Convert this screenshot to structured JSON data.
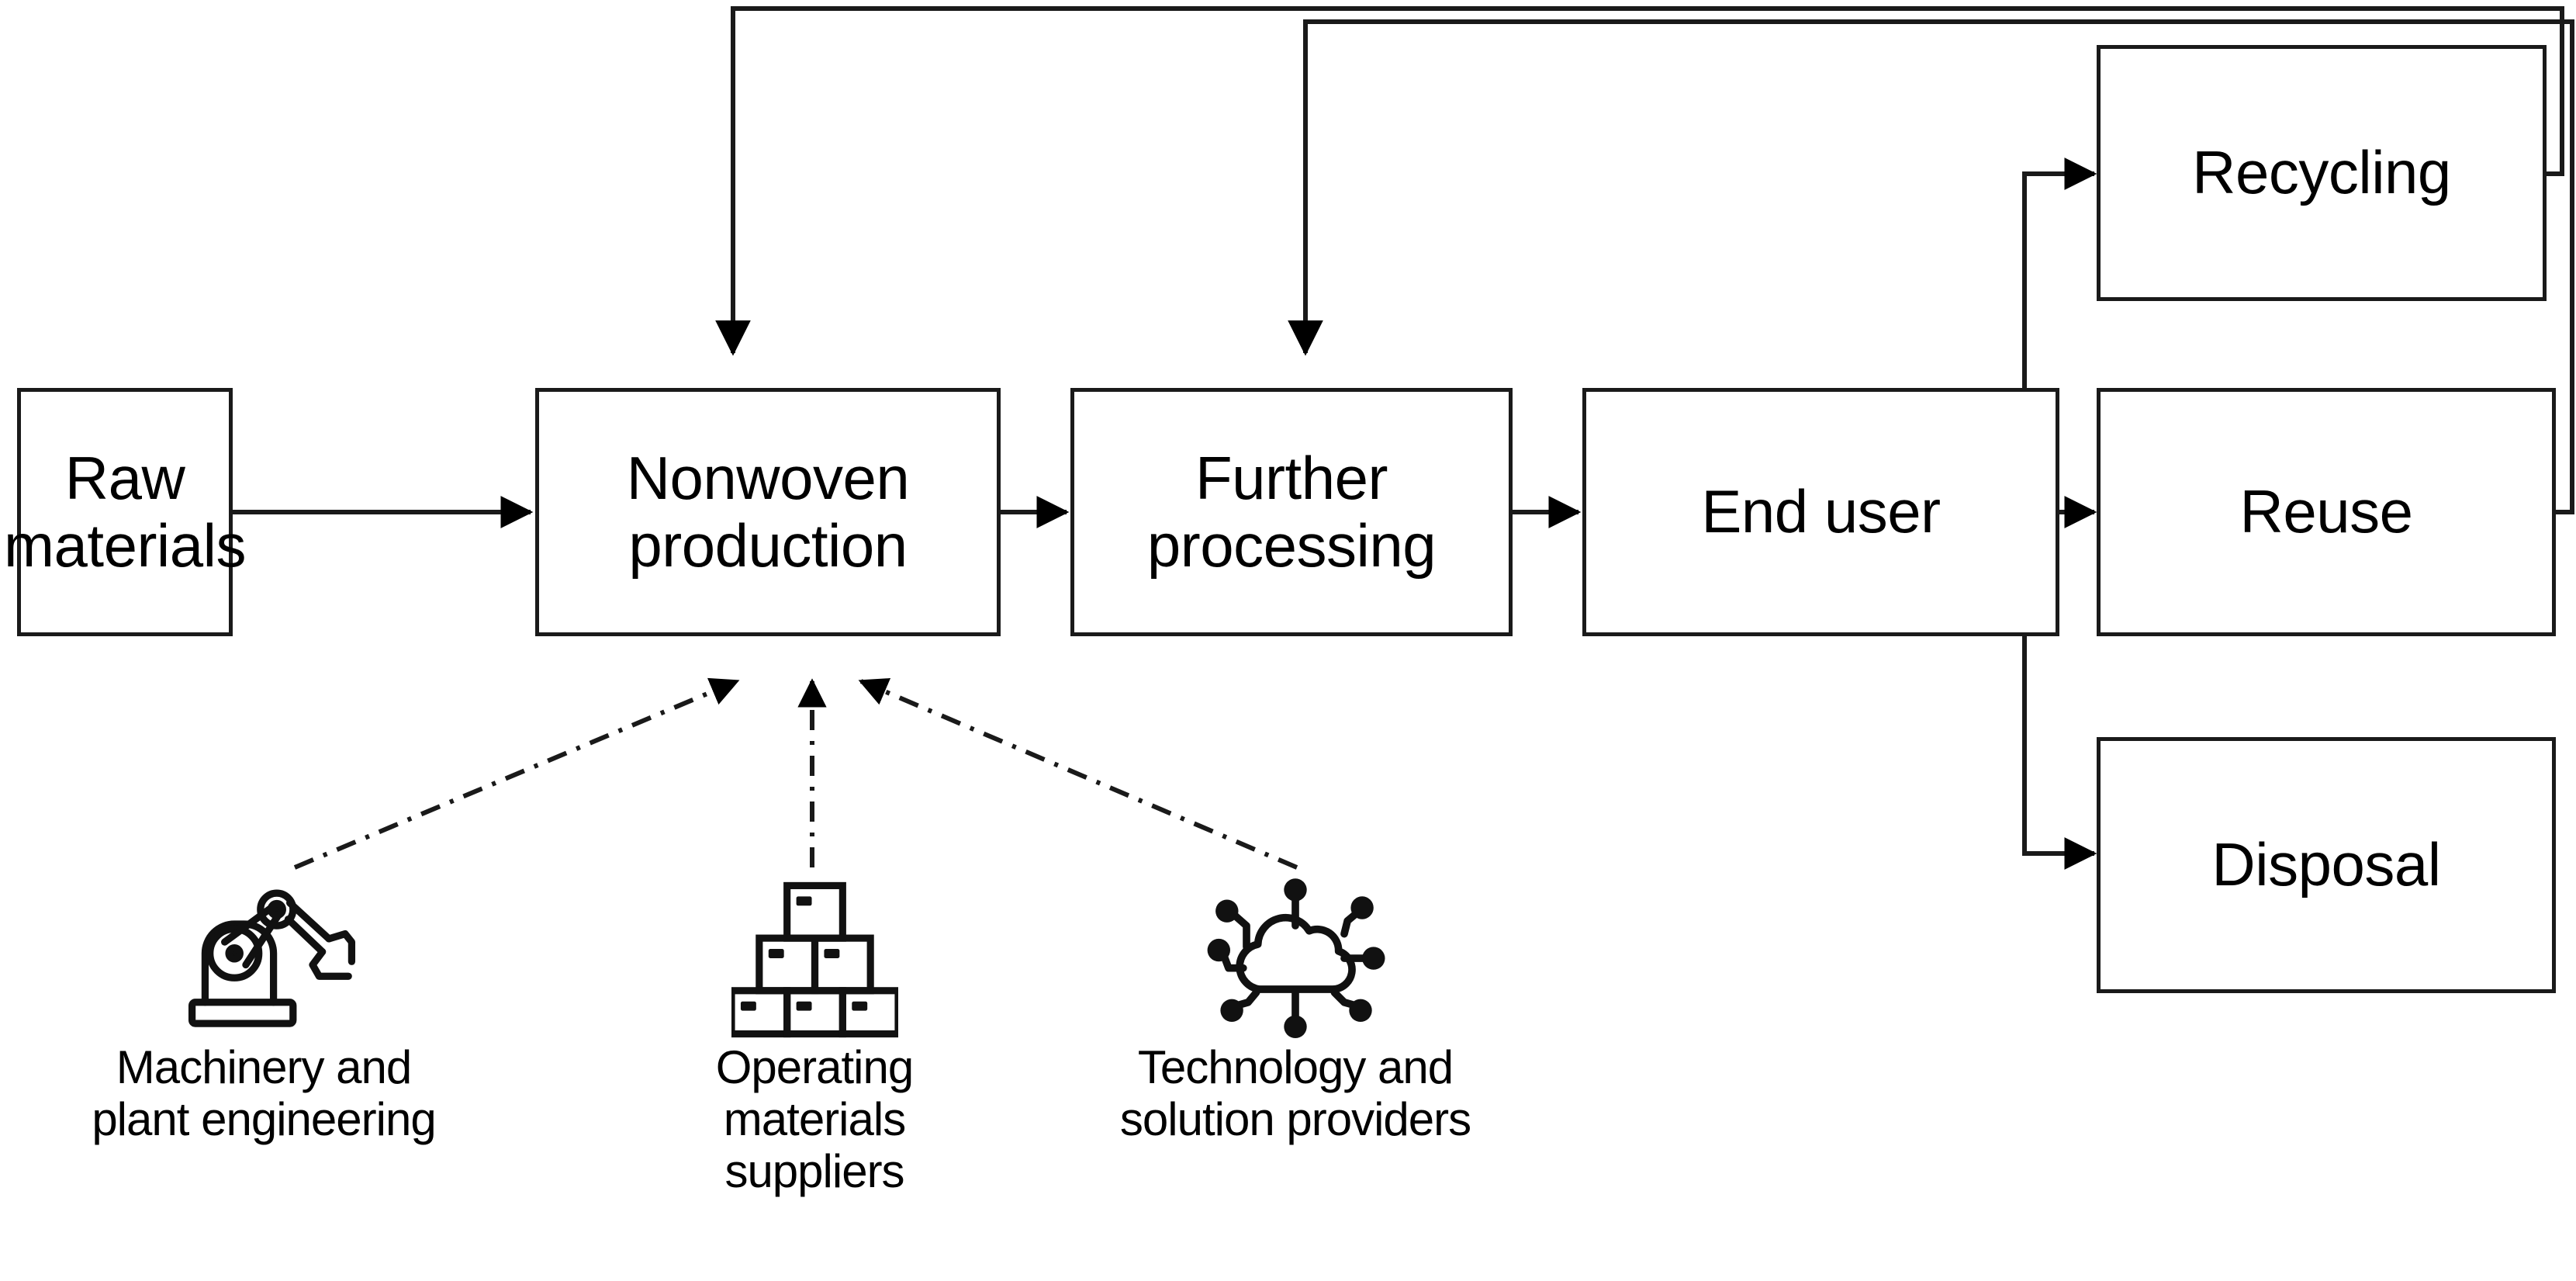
{
  "diagram": {
    "title": "Nonwoven value chain flow diagram",
    "stroke_color": "#1a1a1a",
    "background": "#ffffff",
    "chain": [
      {
        "id": "raw-materials",
        "label": "Raw\nmaterials"
      },
      {
        "id": "nonwoven-production",
        "label": "Nonwoven\nproduction"
      },
      {
        "id": "further-processing",
        "label": "Further\nprocessing"
      },
      {
        "id": "end-user",
        "label": "End user"
      }
    ],
    "end_of_life": [
      {
        "id": "recycling",
        "label": "Recycling"
      },
      {
        "id": "reuse",
        "label": "Reuse"
      },
      {
        "id": "disposal",
        "label": "Disposal"
      }
    ],
    "supporting_actors": [
      {
        "id": "machinery-and-plant-engineering",
        "icon": "robotic-arm-icon",
        "label": "Machinery and\nplant engineering"
      },
      {
        "id": "operating-materials-suppliers",
        "icon": "stacked-boxes-icon",
        "label": "Operating\nmaterials\nsuppliers"
      },
      {
        "id": "technology-and-solution-providers",
        "icon": "cloud-network-icon",
        "label": "Technology and\nsolution providers"
      }
    ],
    "connections": [
      {
        "from": "raw-materials",
        "to": "nonwoven-production",
        "style": "solid-arrow"
      },
      {
        "from": "nonwoven-production",
        "to": "further-processing",
        "style": "solid-arrow"
      },
      {
        "from": "further-processing",
        "to": "end-user",
        "style": "solid-arrow"
      },
      {
        "from": "end-user",
        "to": "recycling",
        "style": "solid-arrow"
      },
      {
        "from": "end-user",
        "to": "reuse",
        "style": "solid-arrow"
      },
      {
        "from": "end-user",
        "to": "disposal",
        "style": "solid-arrow"
      },
      {
        "from": "recycling",
        "to": "nonwoven-production",
        "style": "solid-arrow-feedback"
      },
      {
        "from": "reuse",
        "to": "further-processing",
        "style": "solid-arrow-feedback"
      },
      {
        "from": "machinery-and-plant-engineering",
        "to": "nonwoven-production",
        "style": "dash-dot-arrow"
      },
      {
        "from": "operating-materials-suppliers",
        "to": "nonwoven-production",
        "style": "dash-dot-arrow"
      },
      {
        "from": "technology-and-solution-providers",
        "to": "nonwoven-production",
        "style": "dash-dot-arrow"
      }
    ]
  }
}
